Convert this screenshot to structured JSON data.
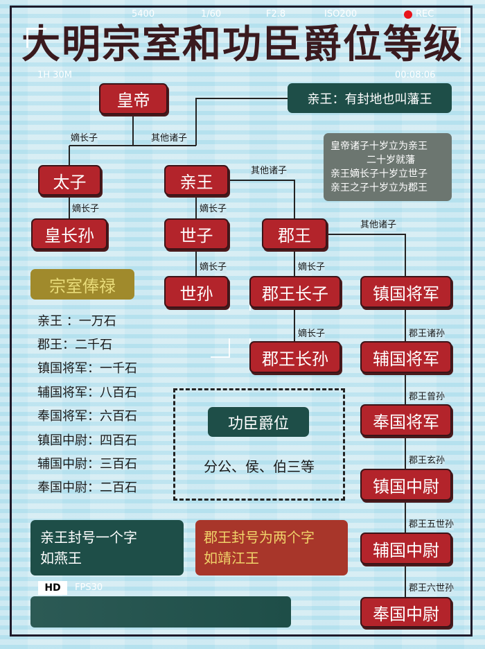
{
  "title": "大明宗室和功臣爵位等级",
  "camera_overlay": {
    "iso_label": "5400",
    "shutter": "1/60",
    "aperture": "F2.8",
    "iso": "ISO200",
    "rec": "REC",
    "remaining": "1H 30M",
    "timecode": "00:08:06",
    "quality": "HD",
    "fps": "FPS30",
    "rec_color": "#e8141a"
  },
  "nodes": {
    "emperor": "皇帝",
    "crown_prince": "太子",
    "prince": "亲王",
    "eldest_grandson": "皇长孙",
    "shizi": "世子",
    "junwang": "郡王",
    "shisun": "世孙",
    "junwang_eldest_son": "郡王长子",
    "junwang_eldest_grandson": "郡王长孙",
    "rank_chain": [
      "镇国将军",
      "辅国将军",
      "奉国将军",
      "镇国中尉",
      "辅国中尉",
      "奉国中尉"
    ]
  },
  "edge_labels": {
    "emperor_crown": "嫡长子",
    "emperor_others": "其他诸子",
    "crown_grandson": "嫡长子",
    "prince_shizi": "嫡长子",
    "prince_others": "其他诸子",
    "shizi_shisun": "嫡长子",
    "junwang_son": "嫡长子",
    "son_grandson": "嫡长子",
    "junwang_others": "其他诸子",
    "chain": [
      "郡王诸孙",
      "郡王曾孙",
      "郡王玄孙",
      "郡王五世孙",
      "郡王六世孙"
    ]
  },
  "prince_note": "亲王：有封地也叫藩王",
  "rules": [
    "皇帝诸子十岁立为亲王",
    "二十岁就藩",
    "亲王嫡长子十岁立世子",
    "亲王之子十岁立为郡王"
  ],
  "stipend": {
    "heading": "宗室俸禄",
    "items": [
      "亲王 ：一万石",
      "郡王：二千石",
      "镇国将军：一千石",
      "辅国将军：八百石",
      "奉国将军：六百石",
      "镇国中尉：四百石",
      "辅国中尉：三百石",
      "奉国中尉：二百石"
    ]
  },
  "merit": {
    "heading": "功臣爵位",
    "text": "分公、侯、伯三等"
  },
  "titles": {
    "prince": [
      "亲王封号一个字",
      "如燕王"
    ],
    "junwang": [
      "郡王封号为两个字",
      "如靖江王"
    ]
  },
  "colors": {
    "red": "#b3242b",
    "green": "#1e4e48",
    "gray": "#6c7670",
    "olive": "#a08a2c",
    "background": "#cfe9f1"
  }
}
